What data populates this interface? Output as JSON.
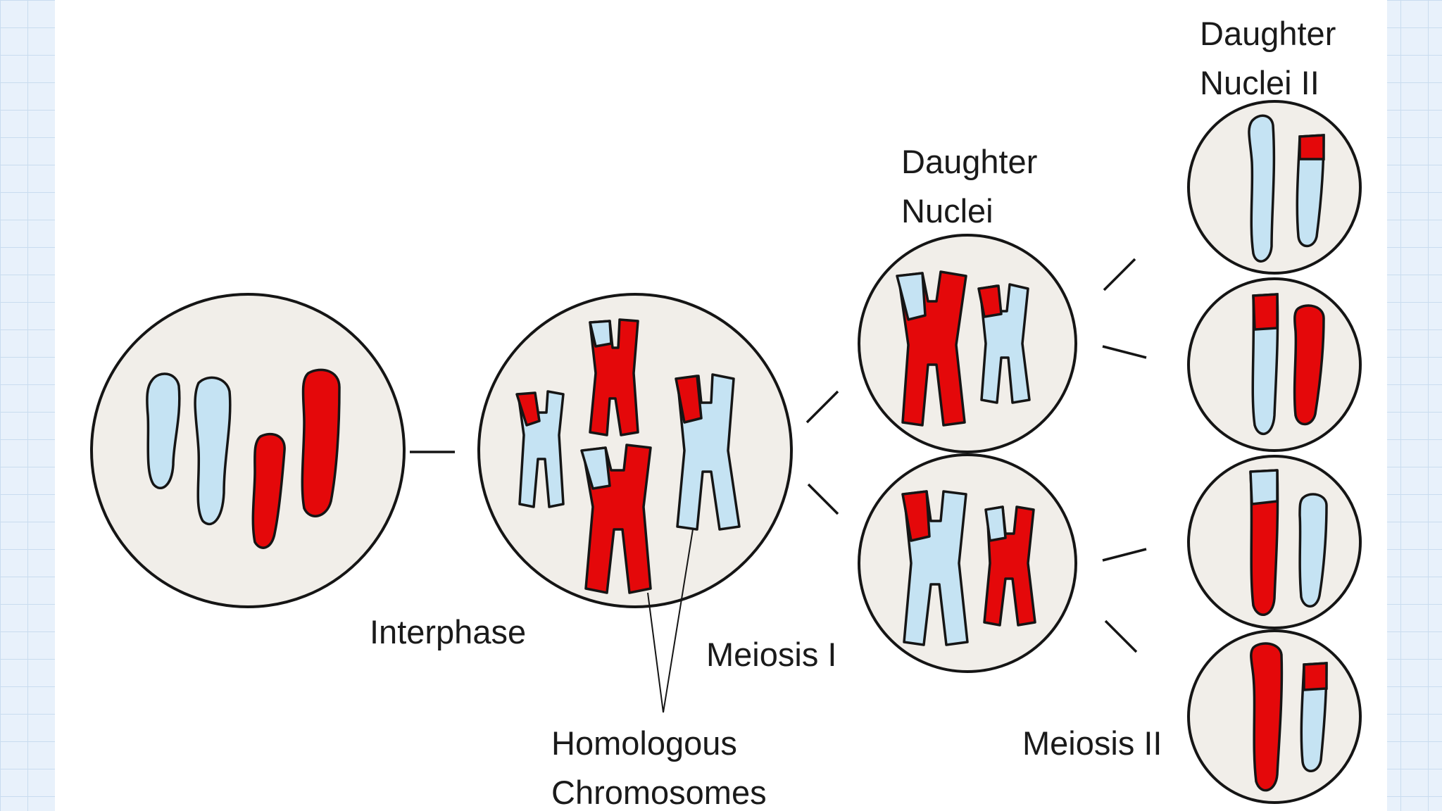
{
  "labels": {
    "interphase": "Interphase",
    "homologous_line1": "Homologous",
    "homologous_line2": "Chromosomes",
    "meiosis_1": "Meiosis I",
    "daughter_nuclei_line1": "Daughter",
    "daughter_nuclei_line2": "Nuclei",
    "meiosis_2": "Meiosis II",
    "daughter_nuclei_2_line1": "Daughter",
    "daughter_nuclei_2_line2": "Nuclei II"
  },
  "colors": {
    "maternal": "#e4080a",
    "paternal": "#c5e3f3",
    "cell_fill": "#f1eee9",
    "outline": "#151515",
    "background_grid": "#e8f1fb"
  }
}
